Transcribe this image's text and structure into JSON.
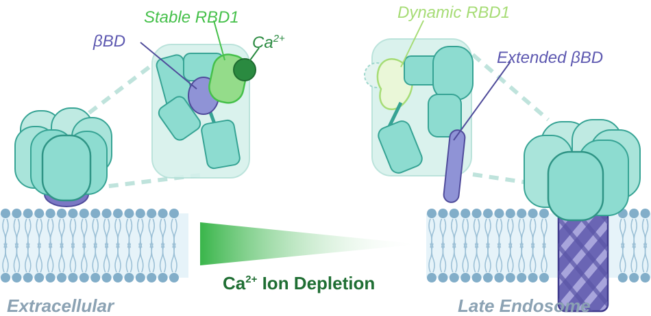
{
  "labels": {
    "stable_rbd1": "Stable RBD1",
    "beta_bd": "βBD",
    "ca_ion": "Ca",
    "ca_charge": "2+",
    "dynamic_rbd1": "Dynamic RBD1",
    "extended_beta_bd": "Extended βBD",
    "depletion_ca": "Ca",
    "depletion_charge": "2+",
    "depletion_text": " Ion Depletion",
    "extracellular": "Extracellular",
    "late_endosome": "Late Endosome"
  },
  "colors": {
    "teal": "#8ddcd0",
    "teal_stroke": "#36a394",
    "purple": "#7b77c4",
    "green_text": "#45c04a",
    "light_green_text": "#a6dc75",
    "dark_green": "#2a8a40",
    "membrane_head": "#82aec9",
    "membrane_bg": "#e6f3f9",
    "label_gray": "#8ba2b3"
  }
}
